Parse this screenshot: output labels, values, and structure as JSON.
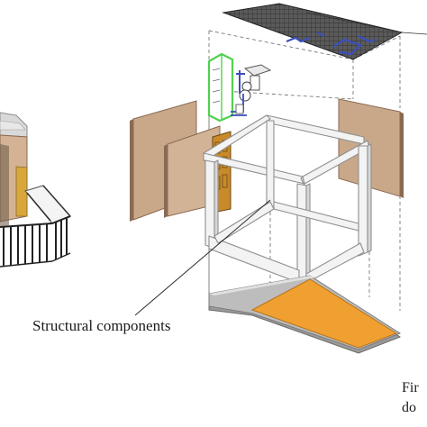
{
  "labels": {
    "structural": "Structural components",
    "fragment_1": "Fir",
    "fragment_2": "do"
  },
  "colors": {
    "wall_panel": "#c9a88a",
    "wall_panel_edge": "#8a6a52",
    "frame": "#f2f2f2",
    "frame_edge": "#9a9a9a",
    "floor_orange": "#f0a030",
    "floor_grey": "#bdbdbd",
    "roof_grid": "#3b3b3b",
    "pipe_blue": "#3a4fbf",
    "fixture_green": "#4fd14f",
    "door": "#c88a2a",
    "dashed_guides": "#777777"
  },
  "icons": [
    "house-module-icon",
    "balcony-railing-icon",
    "door-icon",
    "sink-icon",
    "water-heater-icon"
  ]
}
